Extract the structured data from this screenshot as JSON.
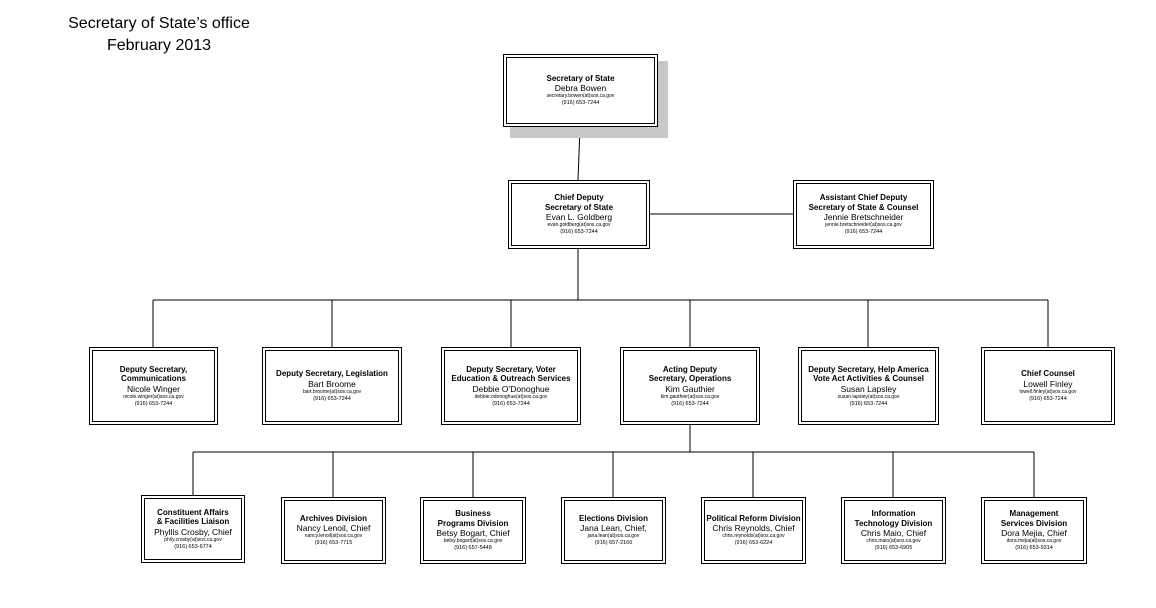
{
  "header": {
    "title_line1": "Secretary of State’s office",
    "title_line2": "February 2013"
  },
  "nodes": {
    "sos": {
      "role": "Secretary of State",
      "name": "Debra Bowen",
      "email": "secretary.bowen(at)sos.ca.gov",
      "phone": "(916) 653-7244"
    },
    "chief_deputy": {
      "role": "Chief Deputy\nSecretary of State",
      "name": "Evan L. Goldberg",
      "email": "evan.goldberg(at)sos.ca.gov",
      "phone": "(916) 653-7244"
    },
    "asst_chief": {
      "role": "Assistant Chief Deputy\nSecretary of State & Counsel",
      "name": "Jennie Bretschneider",
      "email": "jennie.bretschneider(at)sos.ca.gov",
      "phone": "(916) 653-7244"
    },
    "dep_comm": {
      "role": "Deputy Secretary,\nCommunications",
      "name": "Nicole Winger",
      "email": "nicole.winger(at)sos.ca.gov",
      "phone": "(916) 653-7244"
    },
    "dep_leg": {
      "role": "Deputy Secretary, Legislation",
      "name": "Bart Broome",
      "email": "bart.broome(at)sos.ca.gov",
      "phone": "(916) 653-7244"
    },
    "dep_voter": {
      "role": "Deputy Secretary, Voter\nEducation & Outreach Services",
      "name": "Debbie O’Donoghue",
      "email": "debbie.odonoghue(at)sos.ca.gov",
      "phone": "(916) 653-7244"
    },
    "dep_ops": {
      "role": "Acting Deputy\nSecretary, Operations",
      "name": "Kim Gauthier",
      "email": "kim.gauthier(at)sos.ca.gov",
      "phone": "(916) 653-7244"
    },
    "dep_hava": {
      "role": "Deputy Secretary, Help America\nVote  Act  Activities  &  Counsel",
      "name": "Susan Lapsley",
      "email": "susan.lapsley(at)sos.ca.gov",
      "phone": "(916) 653-7244"
    },
    "chief_counsel": {
      "role": "Chief Counsel",
      "name": "Lowell Finley",
      "email": "lowell.finley(at)sos.ca.gov",
      "phone": "(916) 653-7244"
    },
    "div_constituent": {
      "role": "Constituent Affairs\n& Facilities Liaison",
      "name": "Phyllis Crosby, Chief",
      "email": "phily.crosby(at)sos.ca.gov",
      "phone": "(916) 653-6774"
    },
    "div_archives": {
      "role": "Archives Division",
      "name": "Nancy Lenoil, Chief",
      "email": "nancy.lenoil(at)sos.ca.gov",
      "phone": "(916) 653-7715"
    },
    "div_business": {
      "role": "Business\nPrograms Division",
      "name": "Betsy Bogart, Chief",
      "email": "betsy.bogart(at)sos.ca.gov",
      "phone": "(916) 657-5448"
    },
    "div_elections": {
      "role": "Elections Division",
      "name": "Jana Lean, Chief,",
      "email": "jana.lean(at)sos.ca.gov",
      "phone": "(916) 657-2166"
    },
    "div_political": {
      "role": "Political Reform Division",
      "name": "Chris Reynolds, Chief",
      "email": "chris.reynolds(at)sos.ca.gov",
      "phone": "(916) 653-6224"
    },
    "div_it": {
      "role": "Information\nTechnology Division",
      "name": "Chris Maio, Chief",
      "email": "chris.maio(at)sos.ca.gov",
      "phone": "(916) 653-6905"
    },
    "div_mgmt": {
      "role": "Management\nServices Division",
      "name": "Dora Mejia, Chief",
      "email": "dora.mejia(at)sos.ca.gov",
      "phone": "(916) 653-9314"
    }
  }
}
